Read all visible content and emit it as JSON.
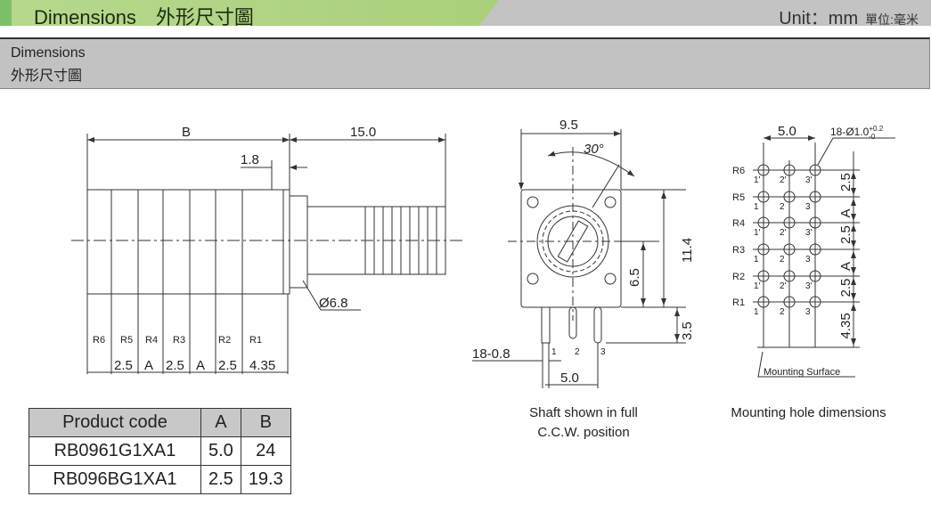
{
  "header": {
    "title": "Dimensions　外形尺寸圖",
    "unit": "Unit：mm",
    "unit_cn": "單位:毫米"
  },
  "section": {
    "line1": "Dimensions",
    "line2": "外形尺寸圖"
  },
  "side_view": {
    "dim_b": "B",
    "dim_15": "15.0",
    "dim_18": "1.8",
    "shaft_dia": "Ø6.8",
    "pins": [
      "R6",
      "R5",
      "R4",
      "R3",
      "R2",
      "R1"
    ],
    "bottom_dims": [
      "2.5",
      "A",
      "2.5",
      "A",
      "2.5",
      "4.35"
    ]
  },
  "front_view": {
    "width": "9.5",
    "angle": "30°",
    "height": "11.4",
    "center": "6.5",
    "pin_len": "3.5",
    "pin_width": "18-0.8",
    "pitch": "5.0",
    "pins": [
      "1",
      "2",
      "3"
    ],
    "caption1": "Shaft shown in full",
    "caption2": "C.C.W. position"
  },
  "hole_view": {
    "pitch": "5.0",
    "holes": "18-Ø1.0",
    "tol_plus": "+0.2",
    "tol_minus": "-0",
    "rows": [
      "R6",
      "R5",
      "R4",
      "R3",
      "R2",
      "R1"
    ],
    "hole_labels": [
      [
        "1'",
        "2'",
        "3'"
      ],
      [
        "1",
        "2",
        "3"
      ],
      [
        "1'",
        "2'",
        "3'"
      ],
      [
        "1",
        "2",
        "3"
      ],
      [
        "1'",
        "2'",
        "3'"
      ],
      [
        "1",
        "2",
        "3"
      ]
    ],
    "dims": [
      "2.5",
      "A",
      "2.5",
      "A",
      "2.5",
      "4.35"
    ],
    "surface": "Mounting Surface",
    "caption": "Mounting hole dimensions"
  },
  "table": {
    "headers": [
      "Product code",
      "A",
      "B"
    ],
    "rows": [
      [
        "RB0961G1XA1",
        "5.0",
        "24"
      ],
      [
        "RB096BG1XA1",
        "2.5",
        "19.3"
      ]
    ]
  }
}
